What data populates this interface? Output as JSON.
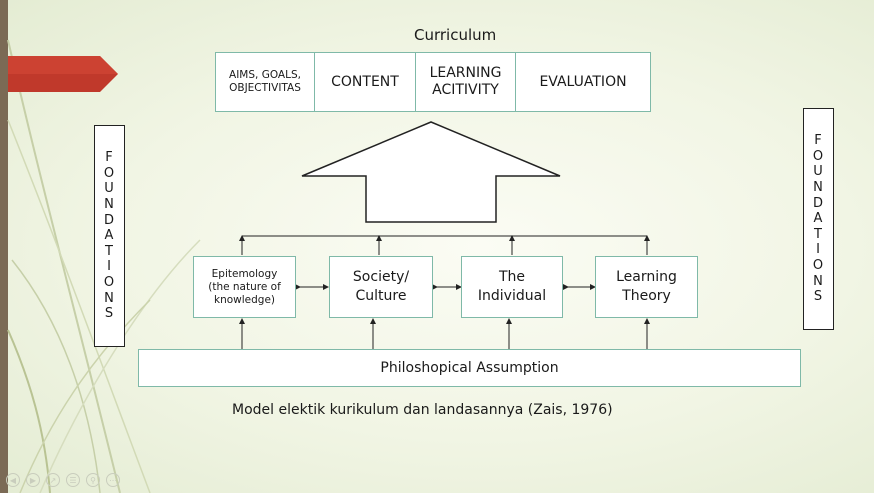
{
  "curriculum": {
    "title": "Curriculum",
    "cells": [
      {
        "label": "AIMS, GOALS,\nOBJECTIVITAS"
      },
      {
        "label": "CONTENT"
      },
      {
        "label": "LEARNING\nACITIVITY"
      },
      {
        "label": "EVALUATION"
      }
    ]
  },
  "foundations": {
    "left_letters": [
      "F",
      "O",
      "U",
      "N",
      "D",
      "A",
      "T",
      "I",
      "O",
      "N",
      "S"
    ],
    "right_letters": [
      "F",
      "O",
      "U",
      "N",
      "D",
      "A",
      "T",
      "I",
      "O",
      "N",
      "S"
    ]
  },
  "sources": [
    {
      "label": "Epitemology\n(the nature of\nknowledge)"
    },
    {
      "label": "Society/\nCulture"
    },
    {
      "label": "The\nIndividual"
    },
    {
      "label": "Learning\nTheory"
    }
  ],
  "base": {
    "label": "Philoshopical Assumption"
  },
  "caption": "Model elektik kurikulum dan landasannya (Zais, 1976)",
  "nav_icons": [
    "prev-icon",
    "next-icon",
    "fullscreen-icon",
    "menu-icon",
    "zoom-icon",
    "more-icon"
  ],
  "colors": {
    "box_border": "#7fb9a8",
    "accent": "#c0392b",
    "bar": "#7b6a55"
  }
}
